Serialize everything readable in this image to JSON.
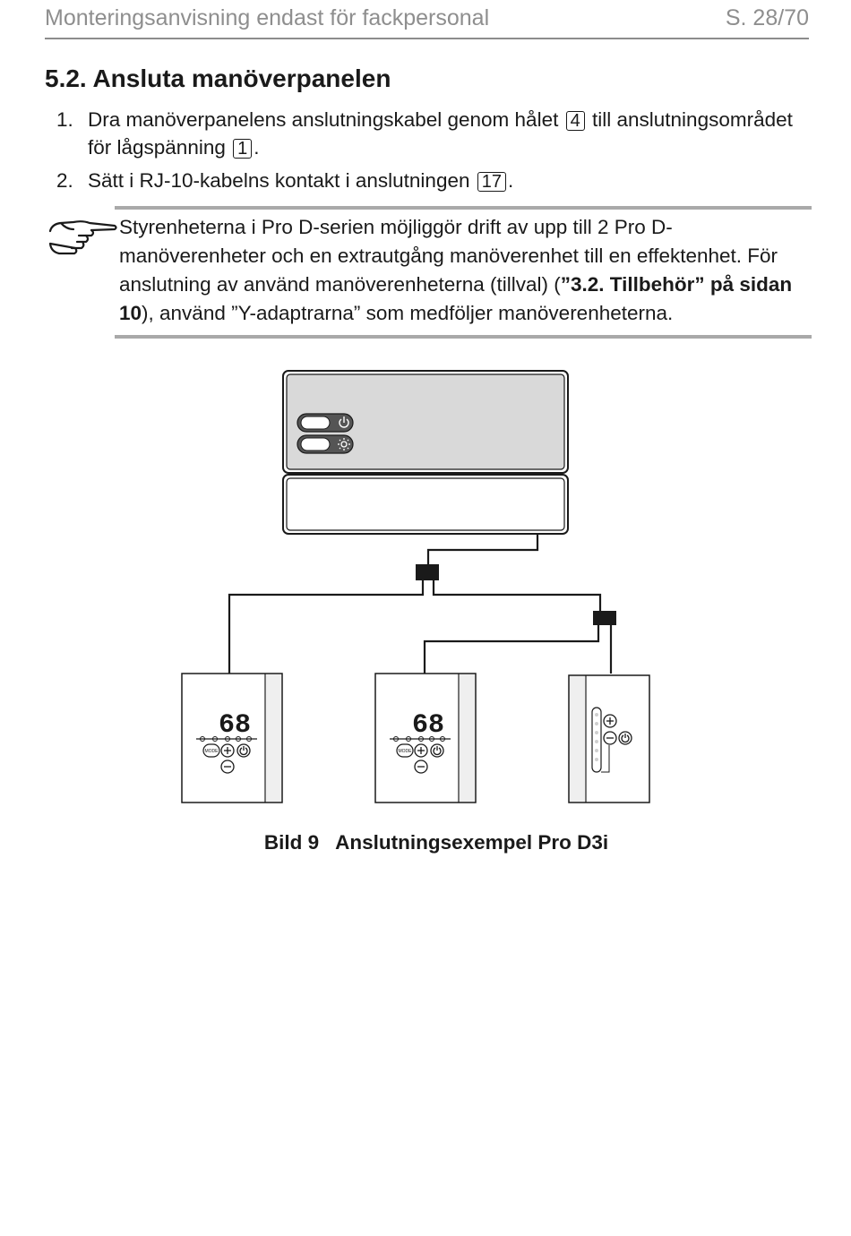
{
  "header": {
    "title": "Monteringsanvisning endast för fackpersonal",
    "page": "S. 28/70"
  },
  "section": {
    "heading": "5.2. Ansluta manöverpanelen"
  },
  "steps": [
    {
      "number": "1.",
      "text_a": "Dra manöverpanelens anslutningskabel genom hålet",
      "ref_a": "4",
      "text_b": "till anslutningsområdet för lågspänning",
      "ref_b": "1",
      "text_c": "."
    },
    {
      "number": "2.",
      "text_a": "Sätt i RJ-10-kabelns kontakt i anslutningen",
      "ref_a": "17",
      "text_c": "."
    }
  ],
  "note": {
    "icon": "pointing-hand-icon",
    "text_a": "Styrenheterna i Pro D-serien möjliggör drift av upp till 2 Pro D-manöverenheter och en extrautgång manöverenhet till en effektenhet. För anslutning av använd manöverenheterna (tillval) (",
    "ref": "”3.2. Tillbehör” på sidan 10",
    "text_b": "), använd ”Y-adaptrarna” som medföljer manöverenheterna."
  },
  "figure": {
    "display_digits": "68",
    "mode_label": "MODE",
    "caption_label": "Bild 9",
    "caption_text": "Anslutningsexempel Pro D3i",
    "icons": [
      "power-icon",
      "light-icon",
      "plus-icon",
      "minus-icon"
    ]
  }
}
